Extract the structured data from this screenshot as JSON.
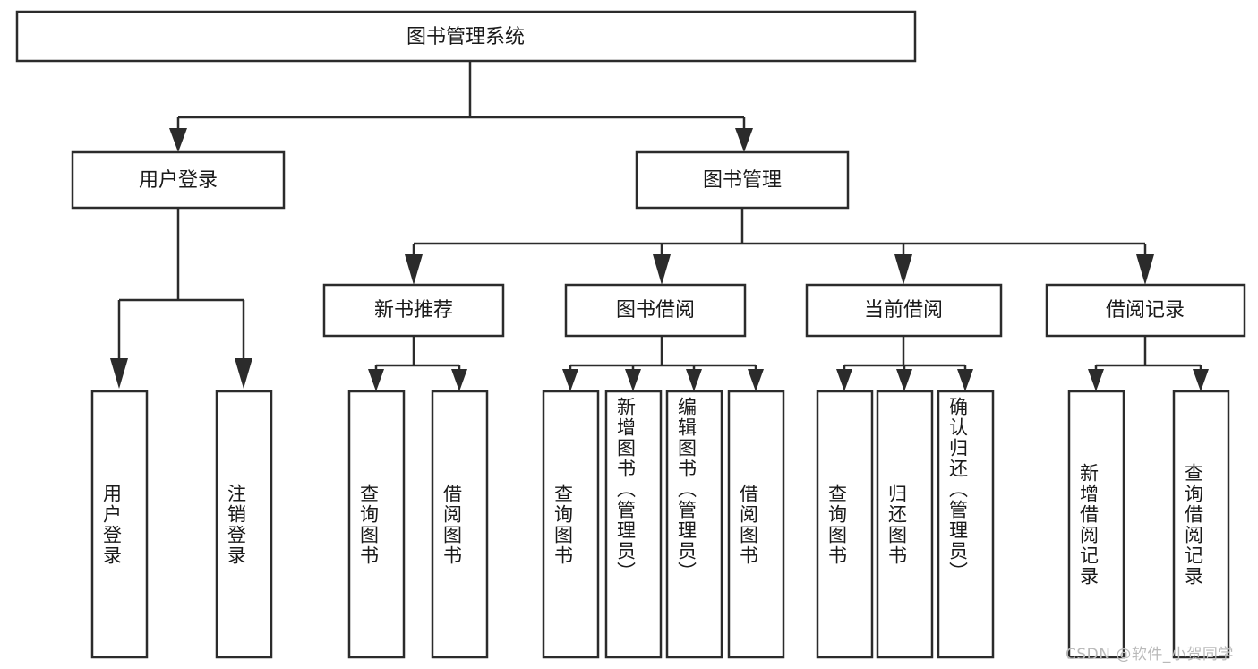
{
  "diagram": {
    "type": "tree-hierarchy-chart",
    "title": "图书管理系统",
    "background_color": "#ffffff",
    "line_color": "#2b2b2b",
    "text_color": "#1a1a1a",
    "root": {
      "id": "root",
      "label": "图书管理系统",
      "orientation": "horizontal"
    },
    "level2": [
      {
        "id": "user-login",
        "label": "用户登录",
        "orientation": "horizontal"
      },
      {
        "id": "book-manage",
        "label": "图书管理",
        "orientation": "horizontal"
      }
    ],
    "level3": [
      {
        "id": "new-book-recommend",
        "label": "新书推荐",
        "orientation": "horizontal",
        "parent": "book-manage"
      },
      {
        "id": "book-borrow",
        "label": "图书借阅",
        "orientation": "horizontal",
        "parent": "book-manage"
      },
      {
        "id": "current-borrow",
        "label": "当前借阅",
        "orientation": "horizontal",
        "parent": "book-manage"
      },
      {
        "id": "borrow-record",
        "label": "借阅记录",
        "orientation": "horizontal",
        "parent": "book-manage"
      }
    ],
    "leaves": [
      {
        "id": "leaf-user-login",
        "label": "用户登录",
        "parent": "user-login",
        "orientation": "vertical",
        "align": "middle"
      },
      {
        "id": "leaf-user-logout",
        "label": "注销登录",
        "parent": "user-login",
        "orientation": "vertical",
        "align": "middle"
      },
      {
        "id": "leaf-query-book-1",
        "label": "查询图书",
        "parent": "new-book-recommend",
        "orientation": "vertical",
        "align": "middle"
      },
      {
        "id": "leaf-borrow-book-1",
        "label": "借阅图书",
        "parent": "new-book-recommend",
        "orientation": "vertical",
        "align": "middle"
      },
      {
        "id": "leaf-query-book-2",
        "label": "查询图书",
        "parent": "book-borrow",
        "orientation": "vertical",
        "align": "middle"
      },
      {
        "id": "leaf-add-book",
        "label": "新增图书（管理员）",
        "parent": "book-borrow",
        "orientation": "vertical",
        "align": "start"
      },
      {
        "id": "leaf-edit-book",
        "label": "编辑图书（管理员）",
        "parent": "book-borrow",
        "orientation": "vertical",
        "align": "start"
      },
      {
        "id": "leaf-borrow-book-2",
        "label": "借阅图书",
        "parent": "book-borrow",
        "orientation": "vertical",
        "align": "middle"
      },
      {
        "id": "leaf-query-book-3",
        "label": "查询图书",
        "parent": "current-borrow",
        "orientation": "vertical",
        "align": "middle"
      },
      {
        "id": "leaf-return-book",
        "label": "归还图书",
        "parent": "current-borrow",
        "orientation": "vertical",
        "align": "middle"
      },
      {
        "id": "leaf-confirm-return",
        "label": "确认归还（管理员）",
        "parent": "current-borrow",
        "orientation": "vertical",
        "align": "start"
      },
      {
        "id": "leaf-add-record",
        "label": "新增借阅记录",
        "parent": "borrow-record",
        "orientation": "vertical",
        "align": "middle"
      },
      {
        "id": "leaf-query-record",
        "label": "查询借阅记录",
        "parent": "borrow-record",
        "orientation": "vertical",
        "align": "middle"
      }
    ]
  },
  "watermark": {
    "text": "CSDN @软件_小贺同学",
    "color": "#b9b9b9"
  }
}
